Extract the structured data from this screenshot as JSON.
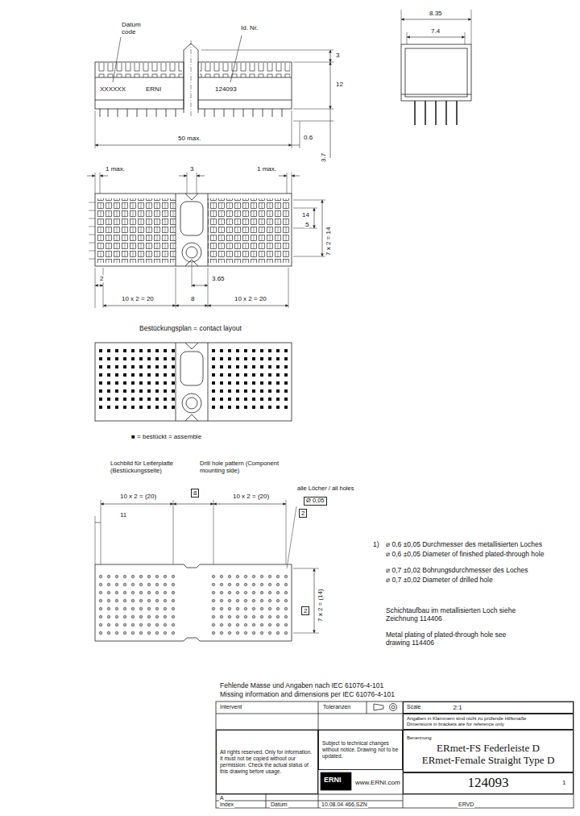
{
  "diagram": {
    "nodes": [
      {
        "text": [
          "Scale",
          "2:1"
        ]
      },
      {
        "text": [
          "Angaben in Klammern sind nicht zu prüfende Hilfsmaße",
          "Dimensions in brackets are for reference only"
        ]
      },
      {
        "text": [
          "All rights reserved. Only for information. It must not be copied without our permission. Check the actual status of this drawing before usage."
        ]
      },
      {
        "text": [
          "Subject to technical changes without notice. Drawing not to be updated."
        ]
      },
      {
        "text": [
          "Benennung",
          "ERmet-FS Federleiste D",
          "ERmet-Female Straight Type D"
        ]
      },
      {
        "text": [
          "124093"
        ]
      }
    ],
    "labels": [
      "Datum code",
      "Id. Nr.",
      "XXXXXX",
      "ERNI",
      "124093",
      "3",
      "12",
      "50 max.",
      "0.6",
      "3.7",
      "8.35",
      "7.4",
      "1 max.",
      "3",
      "1 max.",
      "14",
      "5",
      "7 x 2 = 14",
      "2",
      "3.65",
      "10 x 2 = 20",
      "8",
      "10 x 2 = 20",
      "Bestückungsplan = contact layout",
      "■ = bestückt = assemble",
      "Lochbild für Leiterplatte (Bestückungsseite)",
      "Drill hole pattern (Component mounting side)",
      "10 x 2 = (20)",
      "8",
      "10 x 2 = (20)",
      "alle Löcher / all holes",
      "Ø 0,05",
      "2",
      "11",
      "7 x 2 = (14)",
      "2",
      "1)",
      "⌀ 0,6 ±0,05 Durchmesser des metallisierten Loches",
      "⌀ 0,6 ±0,05 Diameter of finished plated-through hole",
      "⌀ 0,7 ±0,02 Bohrungsdurchmesser des Loches",
      "⌀ 0,7 ±0,02 Diameter of drilled hole",
      "Schichtaufbau im metallisierten Loch siehe Zeichnung 114406",
      "Metal plating of plated-through hole see drawing 114406",
      "Fehlende Masse und Angaben nach IEC 61076-4-101",
      "Missing information and dimensions per IEC 61076-4-101",
      "Intervent",
      "Toleranzen",
      "ERNI",
      "www.ERNI.com",
      "1",
      "A",
      "Index",
      "Datum",
      "10.08.04 466,SZN",
      "ERVD"
    ]
  }
}
